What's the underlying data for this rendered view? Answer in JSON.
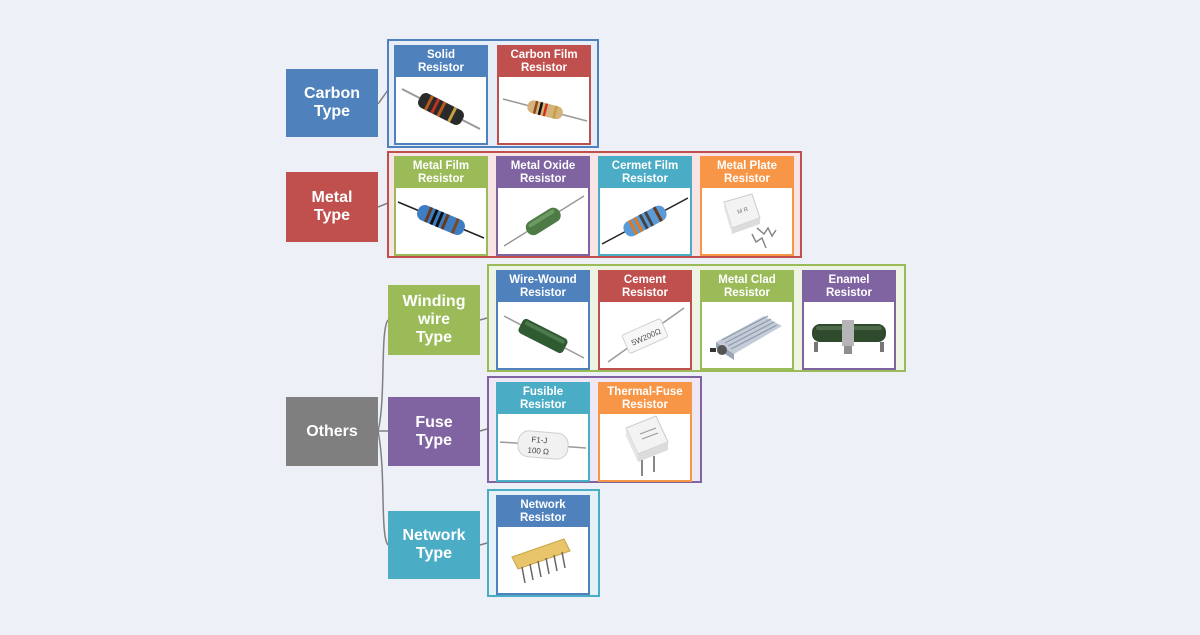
{
  "colors": {
    "blue": "#4f81bd",
    "red": "#c0504d",
    "green": "#9bbb59",
    "purple": "#8064a2",
    "teal": "#4bacc6",
    "orange": "#f79646",
    "gray": "#7f7f7f",
    "background": "#edf1f7"
  },
  "categories": {
    "carbon": {
      "label": "Carbon\nType"
    },
    "metal": {
      "label": "Metal\nType"
    },
    "others": {
      "label": "Others"
    },
    "winding": {
      "label": "Winding\nwire\nType"
    },
    "fuse": {
      "label": "Fuse\nType"
    },
    "network": {
      "label": "Network\nType"
    }
  },
  "resistors": {
    "solid": {
      "label": "Solid\nResistor",
      "icon": "carbon-resistor-icon"
    },
    "carbon_film": {
      "label": "Carbon Film\nResistor",
      "icon": "carbon-film-resistor-icon"
    },
    "metal_film": {
      "label": "Metal Film\nResistor",
      "icon": "metal-film-resistor-icon"
    },
    "metal_oxide": {
      "label": "Metal Oxide\nResistor",
      "icon": "metal-oxide-resistor-icon"
    },
    "cermet_film": {
      "label": "Cermet Film\nResistor",
      "icon": "cermet-film-resistor-icon"
    },
    "metal_plate": {
      "label": "Metal Plate\nResistor",
      "icon": "metal-plate-resistor-icon"
    },
    "wire_wound": {
      "label": "Wire-Wound\nResistor",
      "icon": "wire-wound-resistor-icon"
    },
    "cement": {
      "label": "Cement\nResistor",
      "icon": "cement-resistor-icon",
      "marking": "5W200Ω"
    },
    "metal_clad": {
      "label": "Metal Clad\nResistor",
      "icon": "metal-clad-resistor-icon"
    },
    "enamel": {
      "label": "Enamel\nResistor",
      "icon": "enamel-resistor-icon"
    },
    "fusible": {
      "label": "Fusible\nResistor",
      "icon": "fusible-resistor-icon",
      "marking_top": "F1-J",
      "marking_bottom": "100 Ω"
    },
    "thermal_fuse": {
      "label": "Thermal-Fuse\nResistor",
      "icon": "thermal-fuse-resistor-icon"
    },
    "network": {
      "label": "Network\nResistor",
      "icon": "network-resistor-icon"
    }
  }
}
